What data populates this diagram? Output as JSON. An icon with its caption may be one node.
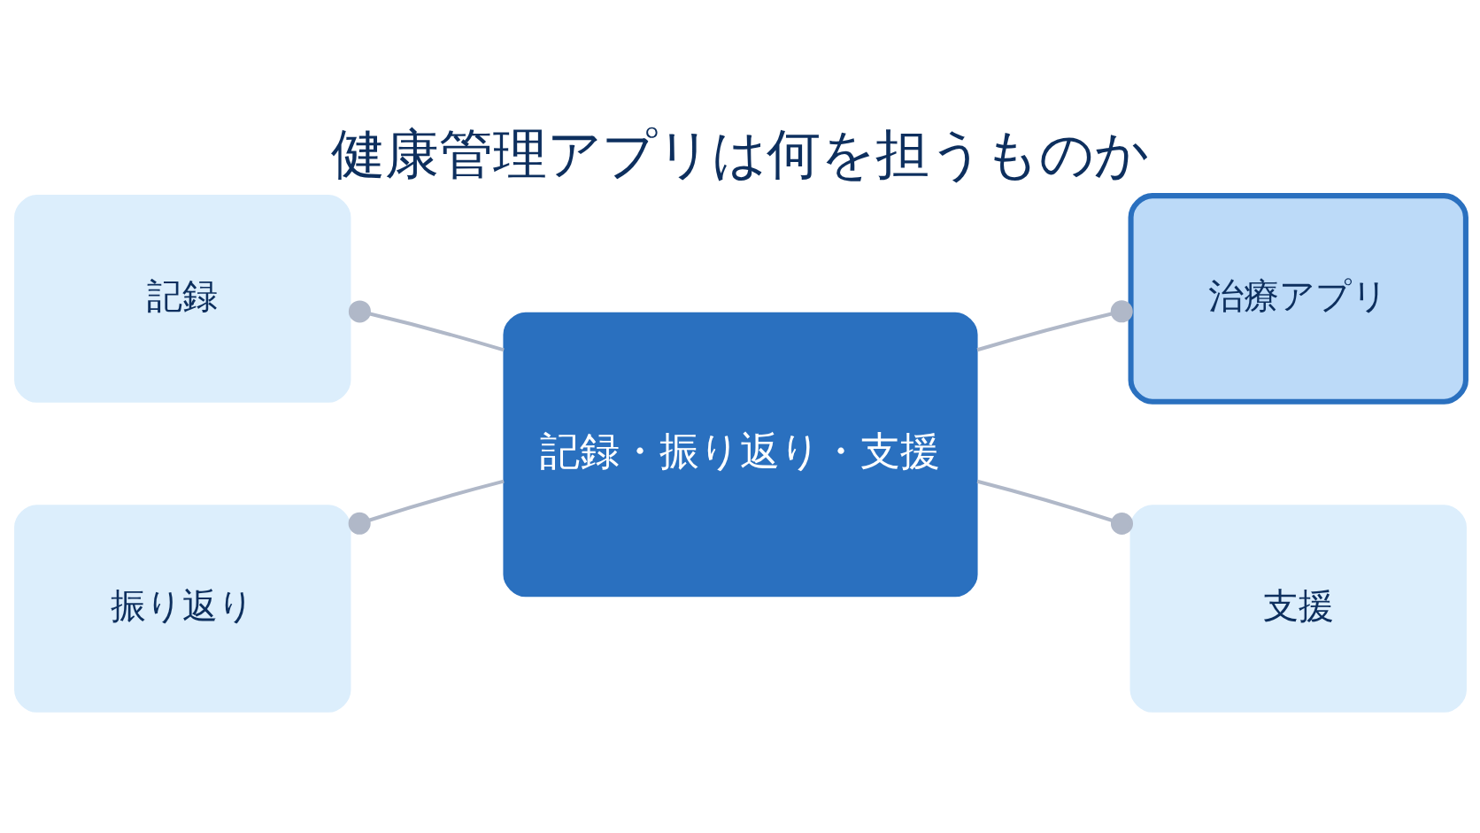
{
  "diagram": {
    "title": "健康管理アプリは何を担うものか",
    "nodes": [
      {
        "text": [
          "記録・振り返り・支援"
        ]
      },
      {
        "text": [
          "記録"
        ]
      },
      {
        "text": [
          "治療アプリ"
        ]
      },
      {
        "text": [
          "振り返り"
        ]
      },
      {
        "text": [
          "支援"
        ]
      }
    ],
    "edges": [
      {
        "from": 0,
        "to": 1,
        "arrow": "other"
      },
      {
        "from": 0,
        "to": 2,
        "arrow": "other"
      },
      {
        "from": 0,
        "to": 3,
        "arrow": "other"
      },
      {
        "from": 0,
        "to": 4,
        "arrow": "other"
      }
    ]
  }
}
